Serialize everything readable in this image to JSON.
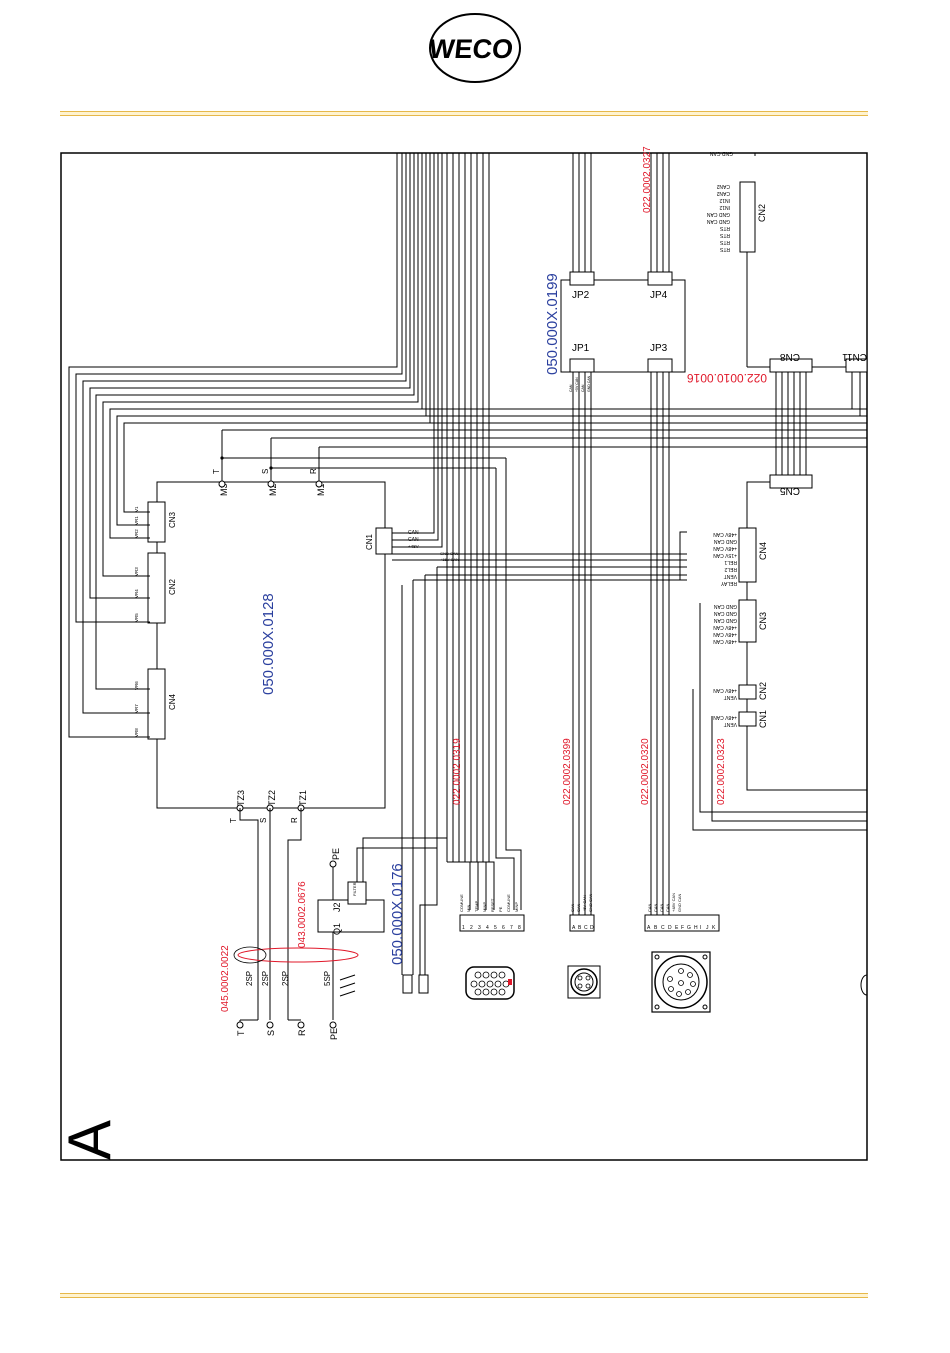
{
  "logo": {
    "text": "WECO"
  },
  "sheet": {
    "letter": "A"
  },
  "parts": {
    "main_board": "050.000X.0128",
    "filter_board": "050.000X.0176",
    "jp_board": "050.000X.0199",
    "cable_0016": "022.0010.0016",
    "cable_0327": "022.0002.0327",
    "cable_0319": "022.0002.0319",
    "cable_0399": "022.0002.0399",
    "cable_0320": "022.0002.0320",
    "cable_0323": "022.0002.0323",
    "core_0676": "043.0002.0676",
    "core_0022": "045.0002.0022"
  },
  "main_board_labels": {
    "cn1": "CN1",
    "cn3": "CN3",
    "cn2": "CN2",
    "cn4": "CN4",
    "m3": "M3",
    "m2": "M2",
    "m1": "M1",
    "tz3": "TZ3",
    "tz2": "TZ2",
    "tz1": "TZ1",
    "t": "T",
    "s": "S",
    "r": "R",
    "cn1_pins": [
      "CAN",
      "CAN",
      "+48V",
      "GND CAN",
      "+15V CAN"
    ],
    "cn3_pins": [
      "V1",
      "VR1",
      "VR2"
    ],
    "cn2_pins": [
      "VR3",
      "VR4",
      "VR5"
    ],
    "cn4_pins": [
      "VR6",
      "VR7",
      "VR8"
    ]
  },
  "right_labels": {
    "cn2": "CN2",
    "cn8": "CN8",
    "cn11": "CN11",
    "cn5": "CN5",
    "cn4": "CN4",
    "cn3": "CN3",
    "cn2b": "CN2",
    "cn1": "CN1",
    "jp1": "JP1",
    "jp2": "JP2",
    "jp3": "JP3",
    "jp4": "JP4",
    "gnd_top": "GND CAN",
    "cn2_pins": [
      "CAN2",
      "CAN2",
      "IN12",
      "IN12",
      "GND CAN",
      "GND CAN",
      "RTS",
      "RTS",
      "RTS",
      "RTS"
    ],
    "cn4_pins": [
      "+48V CAN",
      "GND CAN",
      "+48V CAN",
      "+15V CAN",
      "REL1",
      "REL2",
      "VENT",
      "RELAY"
    ],
    "cn3_pins": [
      "GND CAN",
      "GND CAN",
      "GND CAN",
      "+48V CAN",
      "+48V CAN",
      "+48V CAN"
    ],
    "cn2b_pins": [
      "+48V CAN",
      "VENT"
    ],
    "cn1b_pins": [
      "+48V CAN",
      "VENT"
    ],
    "jp_pins": [
      "CAN",
      "+5V CAN",
      "CAN",
      "GND CAN"
    ]
  },
  "filter_labels": {
    "pe": "PE",
    "j2": "J2",
    "q1": "Q1",
    "t": "T",
    "s": "S",
    "r": "R",
    "pe_bottom": "PE",
    "coil_t": "2SP",
    "coil_s": "2SP",
    "coil_r": "2SP",
    "coil_pe": "5SP",
    "filter_tag": "FILTER"
  },
  "connectors": {
    "c1_pins": [
      "COMUNE",
      "MIN",
      "TEMP",
      "MINP",
      "RESET",
      "PE",
      "COMUNE",
      "MINP"
    ],
    "c1_letters": [
      "1",
      "2",
      "3",
      "4",
      "5",
      "6",
      "7",
      "8"
    ],
    "c2_pins": [
      "CAN",
      "CAN",
      "+5V CAN",
      "GND CAN"
    ],
    "c2_letters": [
      "A",
      "B",
      "C",
      "D"
    ],
    "c3_pins": [
      "CAN",
      "CAN",
      "CAN",
      "CAN",
      "+48V CAN",
      "GND CAN"
    ],
    "c3_letters": [
      "A",
      "B",
      "C",
      "D",
      "E",
      "F",
      "G",
      "H",
      "I",
      "J",
      "K"
    ]
  },
  "colors": {
    "line": "#000000",
    "part_red": "#e0182a",
    "part_blue": "#2a3f9e",
    "gold": "#e6b84a"
  }
}
